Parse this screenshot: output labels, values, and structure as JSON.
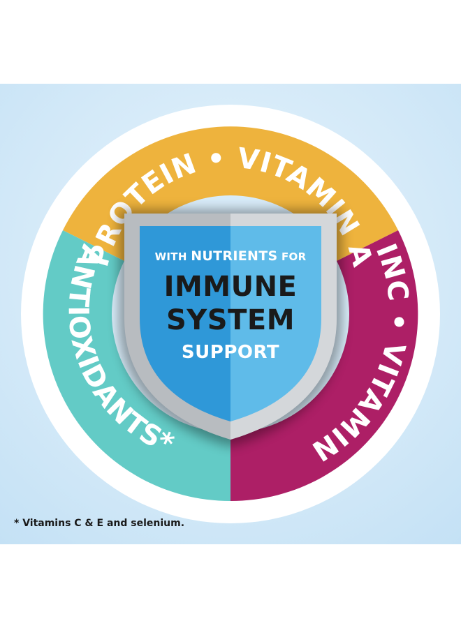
{
  "ring": {
    "top_label": "PROTEIN • VITAMIN A",
    "right_label": "ZINC • VITAMIN D",
    "left_label": "ANTIOXIDANTS*",
    "colors": {
      "top": "#eeb33d",
      "right": "#ad1f66",
      "left": "#63cbc6",
      "outline": "#ffffff"
    }
  },
  "shield": {
    "line1_prefix": "WITH",
    "line1_emphasis": "NUTRIENTS",
    "line1_suffix": "FOR",
    "line2": "IMMUNE",
    "line3": "SYSTEM",
    "line4": "SUPPORT",
    "colors": {
      "blue_dark": "#2f98d8",
      "blue_light": "#5fbbe9",
      "frame": "#b8bcc0"
    }
  },
  "footnote": "* Vitamins C & E and selenium."
}
